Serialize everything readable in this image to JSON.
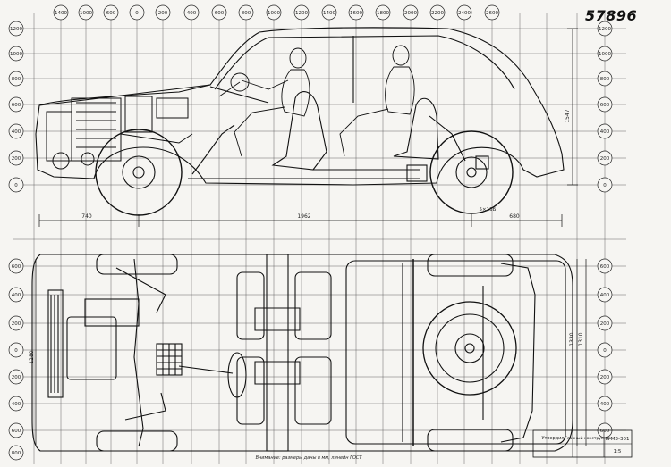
{
  "document_number": "57896",
  "top_scale": [
    "1400",
    "1000",
    "600",
    "0",
    "200",
    "400",
    "600",
    "800",
    "1000",
    "1200",
    "1400",
    "1600",
    "1800",
    "2000",
    "2200",
    "2400",
    "2600"
  ],
  "side_view_scale": [
    "1200",
    "1000",
    "800",
    "600",
    "400",
    "200",
    "0"
  ],
  "plan_view_scale": [
    "600",
    "400",
    "200",
    "0",
    "200",
    "400",
    "600",
    "800"
  ],
  "right_scale_top": [
    "1200",
    "1000",
    "800",
    "600",
    "400",
    "200",
    "0"
  ],
  "right_scale_bottom": [
    "600",
    "400",
    "200",
    "0",
    "200",
    "400",
    "600"
  ],
  "dimensions": {
    "front_overhang": "740",
    "wheelbase": "1962",
    "rear_overhang": "680",
    "rear_wheel": "5×13Б",
    "overall_height": "1547",
    "plan_width_left": "1280",
    "plan_width_right": "1310",
    "plan_width_inner": "1330"
  },
  "title_block": {
    "approval": "Утвердил",
    "chief": "Главный конструктор",
    "drawing_code": "П-МЗ-301",
    "scale": "1:5"
  },
  "bottom_note": "Внимание: размеры даны в мм, линейн ГОСТ"
}
